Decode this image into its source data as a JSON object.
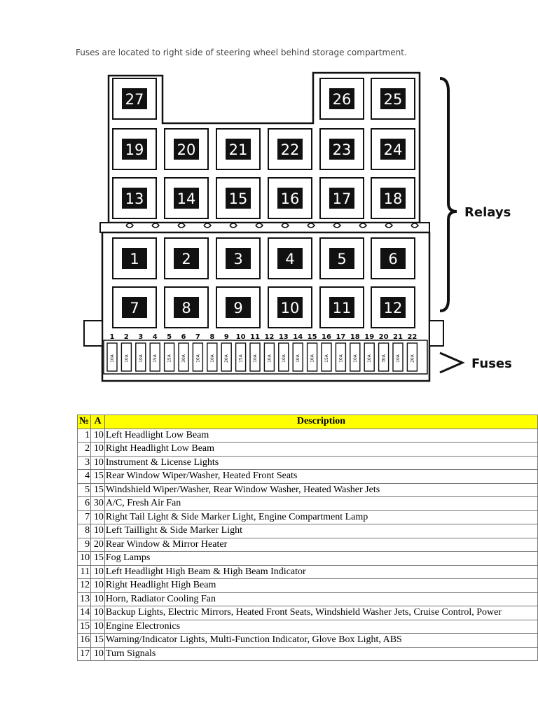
{
  "intro_text": "Fuses are located to right side of steering wheel behind storage compartment.",
  "diagram": {
    "relays_label": "Relays",
    "fuses_label": "Fuses",
    "relay_rows": [
      [
        "27",
        "",
        "",
        "",
        "26",
        "25"
      ],
      [
        "19",
        "20",
        "21",
        "22",
        "23",
        "24"
      ],
      [
        "13",
        "14",
        "15",
        "16",
        "17",
        "18"
      ],
      [
        "1",
        "2",
        "3",
        "4",
        "5",
        "6"
      ],
      [
        "7",
        "8",
        "9",
        "10",
        "11",
        "12"
      ]
    ],
    "fuse_numbers": [
      "1",
      "2",
      "3",
      "4",
      "5",
      "6",
      "7",
      "8",
      "9",
      "10",
      "11",
      "12",
      "13",
      "14",
      "15",
      "16",
      "17",
      "18",
      "19",
      "20",
      "21",
      "22"
    ],
    "fuse_ratings": [
      "10A",
      "10A",
      "10A",
      "15A",
      "15A",
      "30A",
      "10A",
      "10A",
      "20A",
      "15A",
      "10A",
      "10A",
      "10A",
      "10A",
      "10A",
      "15A",
      "10A",
      "10A",
      "10A",
      "30A",
      "10A",
      "20A"
    ]
  },
  "table": {
    "headers": {
      "num": "№",
      "amp": "A",
      "desc": "Description"
    },
    "rows": [
      {
        "num": "1",
        "amp": "10",
        "desc": "Left Headlight Low Beam"
      },
      {
        "num": "2",
        "amp": "10",
        "desc": "Right Headlight Low Beam"
      },
      {
        "num": "3",
        "amp": "10",
        "desc": "Instrument & License Lights"
      },
      {
        "num": "4",
        "amp": "15",
        "desc": "Rear Window Wiper/Washer, Heated Front Seats"
      },
      {
        "num": "5",
        "amp": "15",
        "desc": "Windshield Wiper/Washer, Rear Window Washer, Heated Washer Jets"
      },
      {
        "num": "6",
        "amp": "30",
        "desc": "A/C, Fresh Air Fan"
      },
      {
        "num": "7",
        "amp": "10",
        "desc": "Right Tail Light & Side Marker Light, Engine Compartment Lamp"
      },
      {
        "num": "8",
        "amp": "10",
        "desc": "Left Taillight & Side Marker Light"
      },
      {
        "num": "9",
        "amp": "20",
        "desc": "Rear Window & Mirror Heater"
      },
      {
        "num": "10",
        "amp": "15",
        "desc": "Fog Lamps"
      },
      {
        "num": "11",
        "amp": "10",
        "desc": "Left Headlight High Beam & High Beam Indicator"
      },
      {
        "num": "12",
        "amp": "10",
        "desc": "Right Headlight High Beam"
      },
      {
        "num": "13",
        "amp": "10",
        "desc": "Horn, Radiator Cooling Fan"
      },
      {
        "num": "14",
        "amp": "10",
        "desc": "Backup Lights, Electric Mirrors, Heated Front Seats, Windshield Washer Jets, Cruise Control, Power"
      },
      {
        "num": "15",
        "amp": "10",
        "desc": "Engine Electronics"
      },
      {
        "num": "16",
        "amp": "15",
        "desc": "Warning/Indicator Lights, Multi-Function Indicator, Glove Box Light, ABS"
      },
      {
        "num": "17",
        "amp": "10",
        "desc": "Turn Signals"
      }
    ]
  }
}
